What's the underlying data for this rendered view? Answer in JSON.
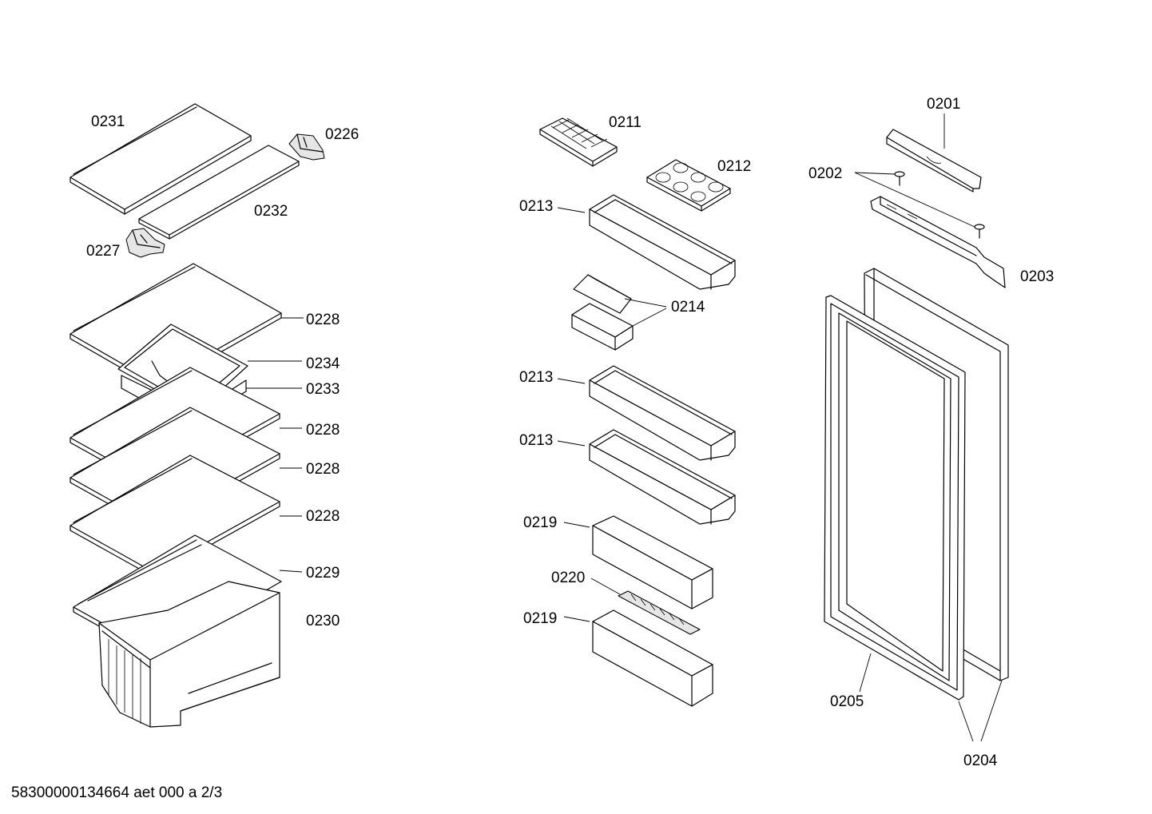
{
  "labels": {
    "p0231": "0231",
    "p0226": "0226",
    "p0232": "0232",
    "p0227": "0227",
    "p0228a": "0228",
    "p0234": "0234",
    "p0233": "0233",
    "p0228b": "0228",
    "p0228c": "0228",
    "p0228d": "0228",
    "p0229": "0229",
    "p0230": "0230",
    "p0211": "0211",
    "p0212": "0212",
    "p0213a": "0213",
    "p0214": "0214",
    "p0213b": "0213",
    "p0213c": "0213",
    "p0219a": "0219",
    "p0220": "0220",
    "p0219b": "0219",
    "p0201": "0201",
    "p0202": "0202",
    "p0203": "0203",
    "p0205": "0205",
    "p0204": "0204"
  },
  "footer": "58300000134664 aet 000 a 2/3"
}
